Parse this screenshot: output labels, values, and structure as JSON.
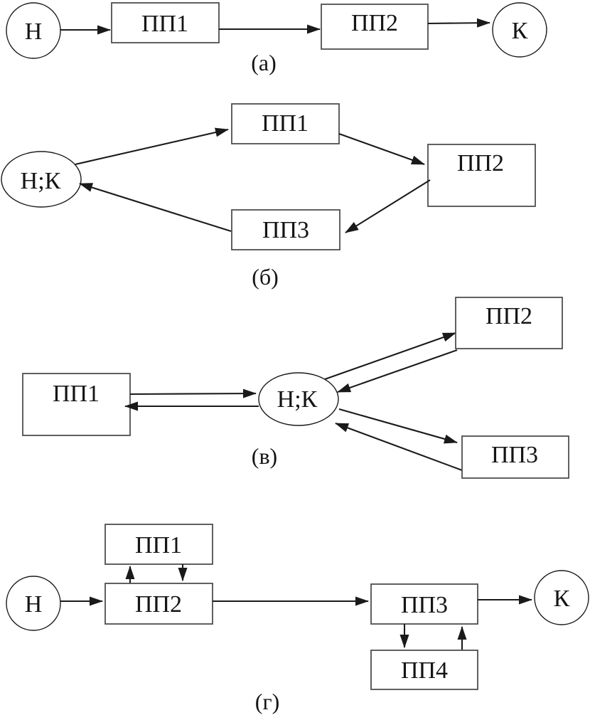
{
  "colors": {
    "background": "#ffffff",
    "line": "#1a1a1a",
    "box_border": "#4f4f4f",
    "text": "#141414"
  },
  "diagrams": {
    "a": {
      "caption": "(а)",
      "nodes": {
        "start": {
          "label": "Н"
        },
        "pp1": {
          "label": "ПП1"
        },
        "pp2": {
          "label": "ПП2"
        },
        "end": {
          "label": "К"
        }
      },
      "edges": [
        "Н → ПП1",
        "ПП1 → ПП2",
        "ПП2 → К"
      ]
    },
    "b": {
      "caption": "(б)",
      "nodes": {
        "hk": {
          "label": "Н;К"
        },
        "pp1": {
          "label": "ПП1"
        },
        "pp2": {
          "label": "ПП2"
        },
        "pp3": {
          "label": "ПП3"
        }
      },
      "edges": [
        "Н;К → ПП1",
        "ПП1 → ПП2",
        "ПП2 → ПП3",
        "ПП3 → Н;К"
      ]
    },
    "c": {
      "caption": "(в)",
      "nodes": {
        "pp1": {
          "label": "ПП1"
        },
        "hk": {
          "label": "Н;К"
        },
        "pp2": {
          "label": "ПП2"
        },
        "pp3": {
          "label": "ПП3"
        }
      },
      "edges": [
        "ПП1 → Н;К",
        "Н;К → ПП1",
        "Н;К → ПП2",
        "ПП2 → Н;К",
        "Н;К → ПП3",
        "ПП3 → Н;К"
      ]
    },
    "d": {
      "caption": "(г)",
      "nodes": {
        "start": {
          "label": "Н"
        },
        "pp1": {
          "label": "ПП1"
        },
        "pp2": {
          "label": "ПП2"
        },
        "pp3": {
          "label": "ПП3"
        },
        "pp4": {
          "label": "ПП4"
        },
        "end": {
          "label": "К"
        }
      },
      "edges": [
        "Н → ПП2",
        "ПП2 → ПП1",
        "ПП1 → ПП2",
        "ПП2 → ПП3",
        "ПП3 → ПП4",
        "ПП4 → ПП3",
        "ПП3 → К"
      ]
    }
  }
}
